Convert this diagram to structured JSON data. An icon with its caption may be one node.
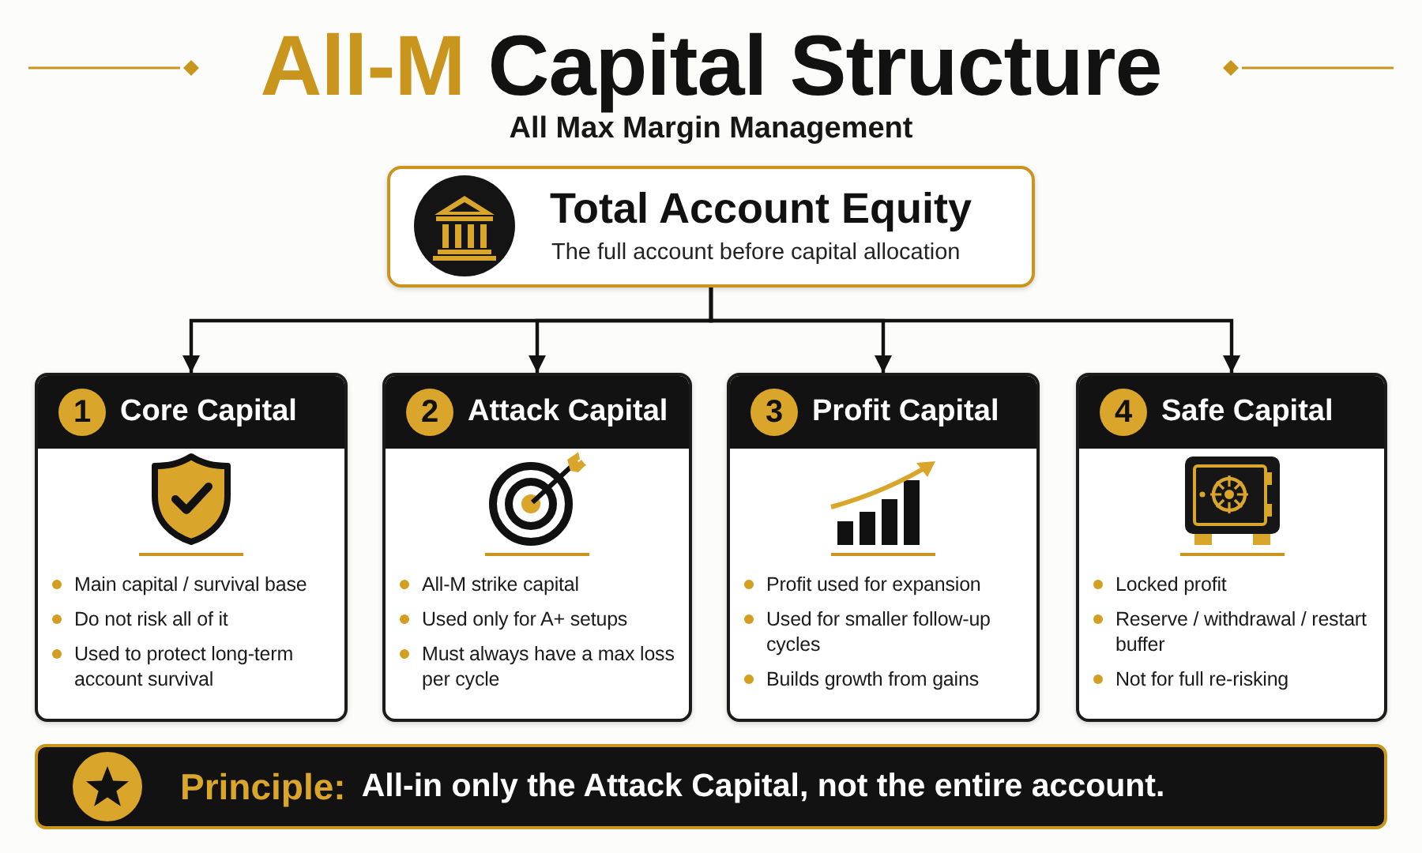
{
  "diagram": {
    "title": "All-M Capital Structure",
    "nodes": [
      {
        "text": [
          "Total Account Equity",
          "The full account before capital allocation"
        ]
      },
      {
        "text": [
          "1",
          "Core Capital",
          "Main capital / survival base",
          "Do not risk all of it",
          "Used to protect long-term account survival"
        ]
      },
      {
        "text": [
          "2",
          "Attack Capital",
          "All-M strike capital",
          "Used only for A+ setups",
          "Must always have a max loss per cycle"
        ]
      },
      {
        "text": [
          "3",
          "Profit Capital",
          "Profit used for expansion",
          "Used for smaller follow-up cycles",
          "Builds growth from gains"
        ]
      },
      {
        "text": [
          "4",
          "Safe Capital",
          "Locked profit",
          "Reserve / withdrawal / restart buffer",
          "Not for full re-risking"
        ]
      },
      {
        "text": [
          "Principle:",
          "All-in only the Attack Capital, not the entire account."
        ]
      }
    ],
    "edges": [
      {
        "from": 0,
        "to": 1,
        "arrow": "to"
      },
      {
        "from": 0,
        "to": 2,
        "arrow": "to"
      },
      {
        "from": 0,
        "to": 3,
        "arrow": "to"
      },
      {
        "from": 0,
        "to": 4,
        "arrow": "to"
      }
    ],
    "labels": [
      "All Max Margin Management"
    ]
  }
}
